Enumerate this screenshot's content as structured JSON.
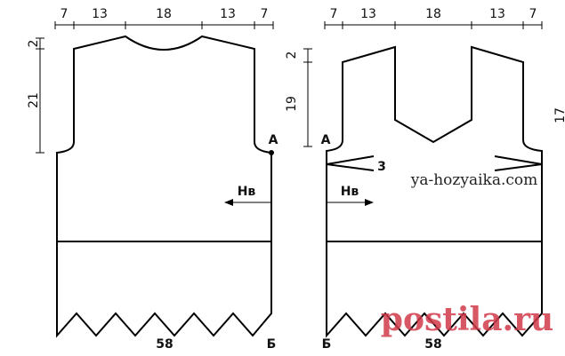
{
  "back": {
    "top_dims": [
      "7",
      "13",
      "18",
      "13",
      "7"
    ],
    "side_dims": [
      "2",
      "21"
    ],
    "width_label": "58",
    "point_a": "А",
    "point_b": "Б",
    "arrow_label": "Нв"
  },
  "front": {
    "top_dims": [
      "7",
      "13",
      "18",
      "13",
      "7"
    ],
    "side_dims": [
      "2",
      "19"
    ],
    "width_label": "58",
    "point_a": "А",
    "point_b": "Б",
    "arrow_label": "Нв",
    "dart_label": "3",
    "edge_label": "17"
  },
  "watermarks": {
    "site": "ya-hozyaika.com",
    "brand": "postila.ru"
  },
  "colors": {
    "line": "#000000",
    "brand": "#d23a4b"
  }
}
